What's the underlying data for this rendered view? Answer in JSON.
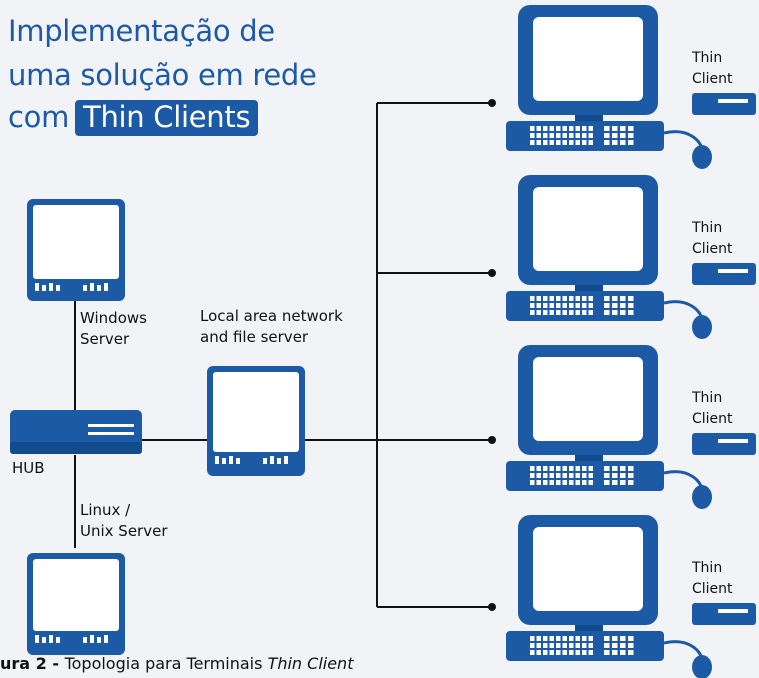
{
  "title": {
    "line1": "Implementação de",
    "line2": "uma solução em rede",
    "line3_prefix": "com",
    "line3_highlight": "Thin Clients"
  },
  "nodes": {
    "windows_server": "Windows\nServer",
    "lan_server": "Local area network\nand file server",
    "hub": "HUB",
    "linux_server": "Linux /\nUnix Server",
    "thin_client_label": "Thin\nClient"
  },
  "caption": {
    "prefix": "ura 2",
    "separator": " - ",
    "text": "Topologia para Terminais",
    "italic": "Thin Client"
  },
  "colors": {
    "blue": "#1c5aa6",
    "dark_blue": "#124a8e",
    "background": "#f2f3f7",
    "line": "#111111"
  }
}
